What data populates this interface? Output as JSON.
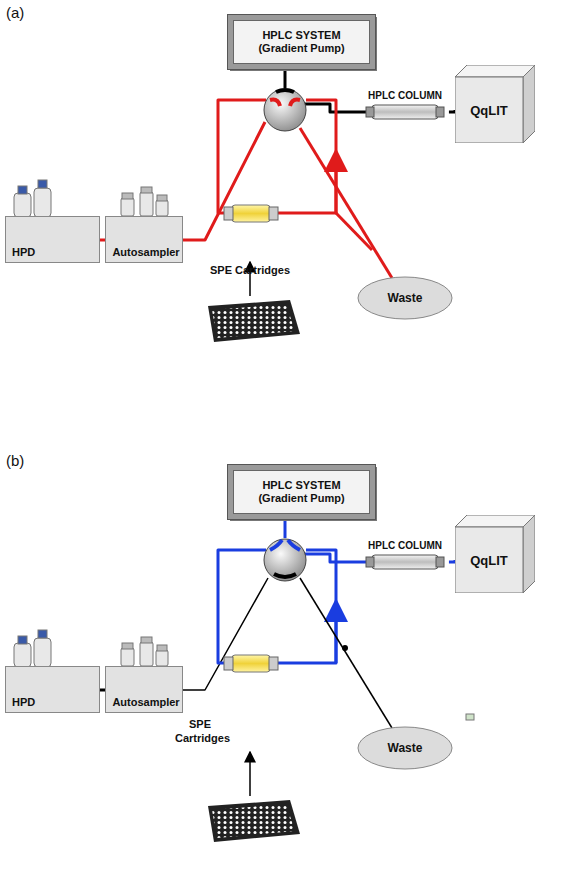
{
  "diagram": {
    "nodes": [
      {
        "text": [
          "HPLC SYSTEM (Gradient Pump)"
        ]
      },
      {
        "text": [
          "HPLC COLUMN"
        ]
      },
      {
        "text": [
          "QqLIT"
        ]
      },
      {
        "text": [
          "HPD"
        ]
      },
      {
        "text": [
          "Autosampler"
        ]
      },
      {
        "text": [
          "SPE Cartridges"
        ]
      },
      {
        "text": [
          "Waste"
        ]
      },
      {
        "text": [
          "HPLC SYSTEM (Gradient Pump)"
        ]
      },
      {
        "text": [
          "HPLC COLUMN"
        ]
      },
      {
        "text": [
          "QqLIT"
        ]
      },
      {
        "text": [
          "HPD"
        ]
      },
      {
        "text": [
          "Autosampler"
        ]
      },
      {
        "text": [
          "SPE Cartridges"
        ]
      },
      {
        "text": [
          "Waste"
        ]
      }
    ],
    "edges": [
      {
        "from": 3,
        "to": 4,
        "arrow": "none"
      },
      {
        "from": 1,
        "to": 2,
        "arrow": "none"
      },
      {
        "from": 10,
        "to": 11,
        "arrow": "none"
      },
      {
        "from": 8,
        "to": 9,
        "arrow": "none"
      }
    ],
    "labels": [
      "(a)",
      "(b)"
    ]
  }
}
